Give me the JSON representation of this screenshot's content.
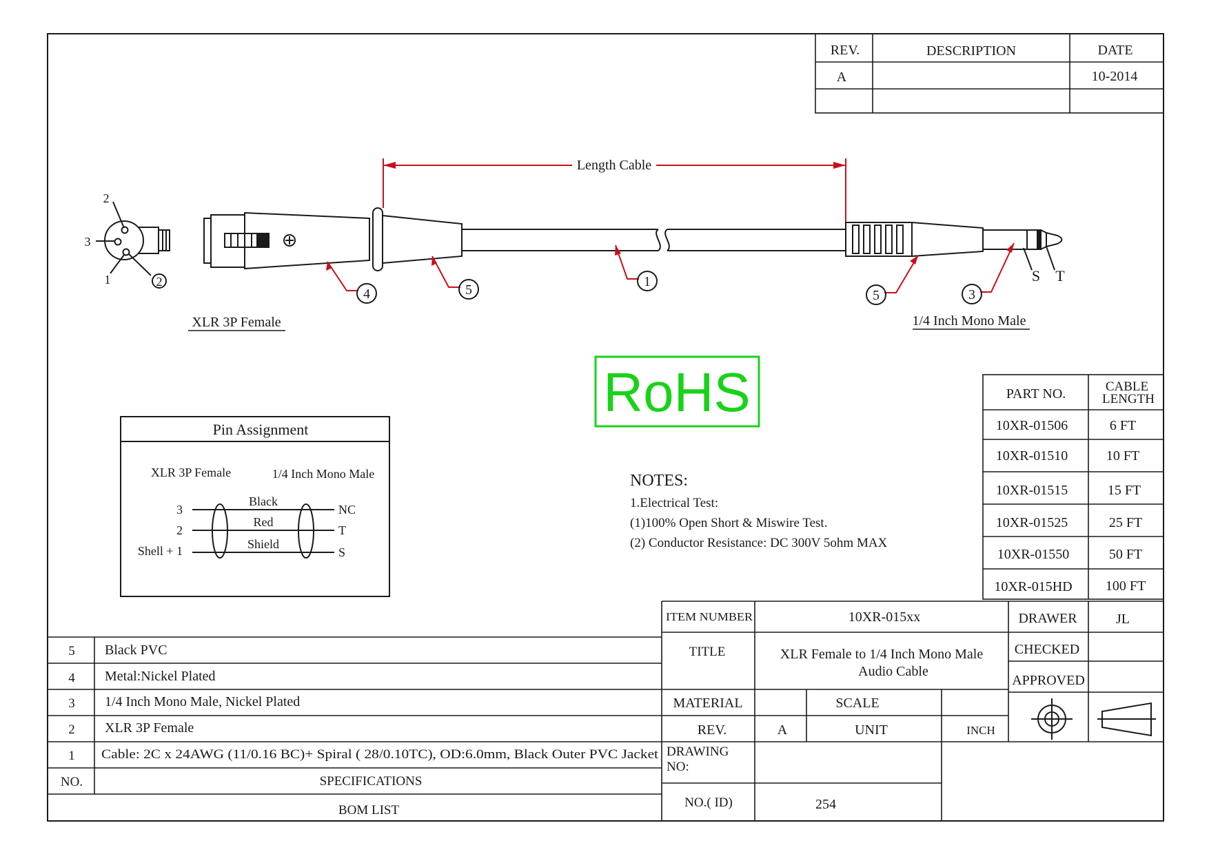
{
  "colors": {
    "ink": "#1a1a1a",
    "dimension_red": "#c8101a",
    "rohs_green": "#19d219"
  },
  "revision_table": {
    "headers": {
      "rev": "REV.",
      "description": "DESCRIPTION",
      "date": "DATE"
    },
    "rows": [
      {
        "rev": "A",
        "description": "",
        "date": "10-2014"
      }
    ]
  },
  "dimension": {
    "length_label": "Length Cable"
  },
  "connectors": {
    "left_label": "XLR 3P Female",
    "right_label": "1/4 Inch Mono Male"
  },
  "xlr_pins": {
    "pin1": "1",
    "pin2": "2",
    "pin3": "3"
  },
  "plug_tips": {
    "sleeve": "S",
    "tip": "T"
  },
  "balloons": {
    "b1": "1",
    "b2": "2",
    "b3": "3",
    "b4": "4",
    "b5": "5"
  },
  "rohs": "RoHS",
  "notes": {
    "title": "NOTES:",
    "lines": [
      "1.Electrical Test:",
      "(1)100% Open Short & Miswire Test.",
      "(2) Conductor Resistance: DC 300V  5ohm MAX"
    ]
  },
  "pin_assignment": {
    "title": "Pin Assignment",
    "left_header": "XLR 3P Female",
    "right_header": "1/4 Inch Mono Male",
    "rows": [
      {
        "left": "3",
        "wire": "Black",
        "right": "NC"
      },
      {
        "left": "2",
        "wire": "Red",
        "right": "T"
      },
      {
        "left": "Shell + 1",
        "wire": "Shield",
        "right": "S"
      }
    ]
  },
  "parts_table": {
    "header_part": "PART NO.",
    "header_length_line1": "CABLE",
    "header_length_line2": "LENGTH",
    "rows": [
      {
        "part": "10XR-01506",
        "length": "6 FT"
      },
      {
        "part": "10XR-01510",
        "length": "10 FT"
      },
      {
        "part": "10XR-01515",
        "length": "15 FT"
      },
      {
        "part": "10XR-01525",
        "length": "25 FT"
      },
      {
        "part": "10XR-01550",
        "length": "50 FT"
      },
      {
        "part": "10XR-015HD",
        "length": "100 FT"
      }
    ]
  },
  "bom": {
    "rows": [
      {
        "no": "5",
        "spec": "Black PVC"
      },
      {
        "no": "4",
        "spec": "Metal:Nickel Plated"
      },
      {
        "no": "3",
        "spec": "1/4 Inch Mono Male,  Nickel Plated"
      },
      {
        "no": "2",
        "spec": "XLR 3P Female"
      },
      {
        "no": "1",
        "spec": "Cable: 2C x 24AWG (11/0.16 BC)+ Spiral ( 28/0.10TC), OD:6.0mm, Black Outer PVC Jacket"
      }
    ],
    "header_no": "NO.",
    "header_spec": "SPECIFICATIONS",
    "footer": "BOM LIST"
  },
  "title_block": {
    "item_number_label": "ITEM NUMBER",
    "item_number": "10XR-015xx",
    "title_label": "TITLE",
    "title_line1": "XLR Female to 1/4 Inch Mono Male",
    "title_line2": "Audio Cable",
    "material_label": "MATERIAL",
    "material": "",
    "scale_label": "SCALE",
    "scale": "",
    "rev_label": "REV.",
    "rev": "A",
    "unit_label": "UNIT",
    "unit": "INCH",
    "drawing_no_label_line1": "DRAWING",
    "drawing_no_label_line2": "NO:",
    "drawing_no": "",
    "id_label": "NO.( ID)",
    "id": "254",
    "drawer_label": "DRAWER",
    "drawer": "JL",
    "checked_label": "CHECKED",
    "checked": "",
    "approved_label": "APPROVED",
    "approved": ""
  }
}
